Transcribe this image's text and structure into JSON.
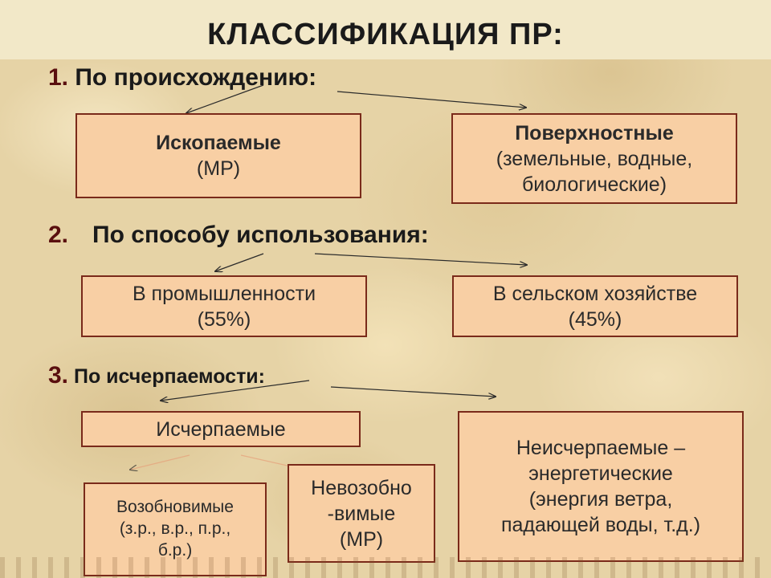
{
  "title": "КЛАССИФИКАЦИЯ  ПР:",
  "section1": {
    "number": "1.",
    "label": " По происхождению:",
    "left_box": {
      "line1": "Ископаемые",
      "line2": "(МР)"
    },
    "right_box": {
      "line1": "Поверхностные",
      "line2": "(земельные, водные,",
      "line3": "биологические)"
    }
  },
  "section2": {
    "number": "2.",
    "label": "По способу использования:",
    "left_box": {
      "line1": "В промышленности",
      "line2": "(55%)"
    },
    "right_box": {
      "line1": "В сельском хозяйстве",
      "line2": "(45%)"
    }
  },
  "section3": {
    "number": "3.",
    "label": " По исчерпаемости:",
    "left_box": {
      "line1": "Исчерпаемые"
    },
    "renewable_box": {
      "line1": "Возобновимые",
      "line2": "(з.р., в.р., п.р.,",
      "line3": "б.р.)"
    },
    "nonrenewable_box": {
      "line1": "Невозобно",
      "line2": "-вимые",
      "line3": "(МР)"
    },
    "right_box": {
      "line1": "Неисчерпаемые –",
      "line2": "энергетические",
      "line3": "(энергия ветра,",
      "line4": "падающей воды, т.д.)"
    }
  },
  "colors": {
    "box_fill": "#f8cfa4",
    "box_border": "#7a2a1a",
    "number_color": "#5a0f0f",
    "background": "#e6d3a6"
  }
}
